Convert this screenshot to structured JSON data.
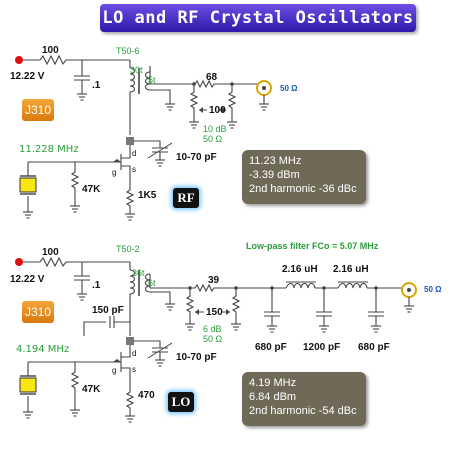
{
  "title": "LO and RF Crystal Oscillators",
  "rf": {
    "r_input": "100",
    "supply": "12.22 V",
    "cap_bypass": ".1",
    "core": "T50-6",
    "turns_primary": "30t",
    "turns_secondary": "5t",
    "r_series": "68",
    "atten_r": "100",
    "atten_db": "10 dB",
    "atten_ohm": "50 Ω",
    "load": "50 Ω",
    "device": "J310",
    "freq": "11.228 MHz",
    "r_gate": "47K",
    "r_source": "1K5",
    "trimmer": "10-70 pF",
    "pin_g": "g",
    "pin_d": "d",
    "pin_s": "s",
    "tag": "RF",
    "info": [
      "11.23 MHz",
      "-3.39  dBm",
      "2nd harmonic  -36 dBc"
    ]
  },
  "lo": {
    "r_input": "100",
    "supply": "12.22 V",
    "cap_bypass": ".1",
    "core": "T50-2",
    "turns_primary": "36t",
    "turns_secondary": "6t",
    "r_series": "39",
    "atten_r": "150",
    "atten_db": "6 dB",
    "atten_ohm": "50 Ω",
    "load": "50 Ω",
    "filter_label": "Low-pass filter  FCo = 5.07 MHz",
    "l1": "2.16 uH",
    "l2": "2.16 uH",
    "c1": "680 pF",
    "c2": "1200 pF",
    "c3": "680 pF",
    "feedback_cap": "150 pF",
    "device": "J310",
    "freq": "4.194 MHz",
    "r_gate": "47K",
    "r_source": "470",
    "trimmer": "10-70 pF",
    "pin_g": "g",
    "pin_d": "d",
    "pin_s": "s",
    "tag": "LO",
    "info": [
      "4.19 MHz",
      "6.84 dBm",
      "2nd harmonic  -54 dBc"
    ]
  },
  "colors": {
    "title_bg": "#3d25c0",
    "badge": "#e8891c",
    "info_bg": "#6f6a58",
    "green": "#2a9d3a",
    "crystal": "#f5e614"
  }
}
